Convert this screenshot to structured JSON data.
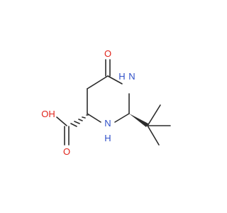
{
  "molecule": {
    "atoms": {
      "carbonyl_oxygen": "O",
      "ring_nitrogen_top": "H",
      "ring_nitrogen_top_n": "N",
      "ring_nitrogen_bottom_n": "N",
      "ring_nitrogen_bottom_h": "H",
      "hydroxyl": "OH",
      "acid_carbonyl_oxygen": "O"
    },
    "colors": {
      "bond": "#2b2b2b",
      "oxygen": "#e0241b",
      "nitrogen": "#3050c8"
    }
  }
}
